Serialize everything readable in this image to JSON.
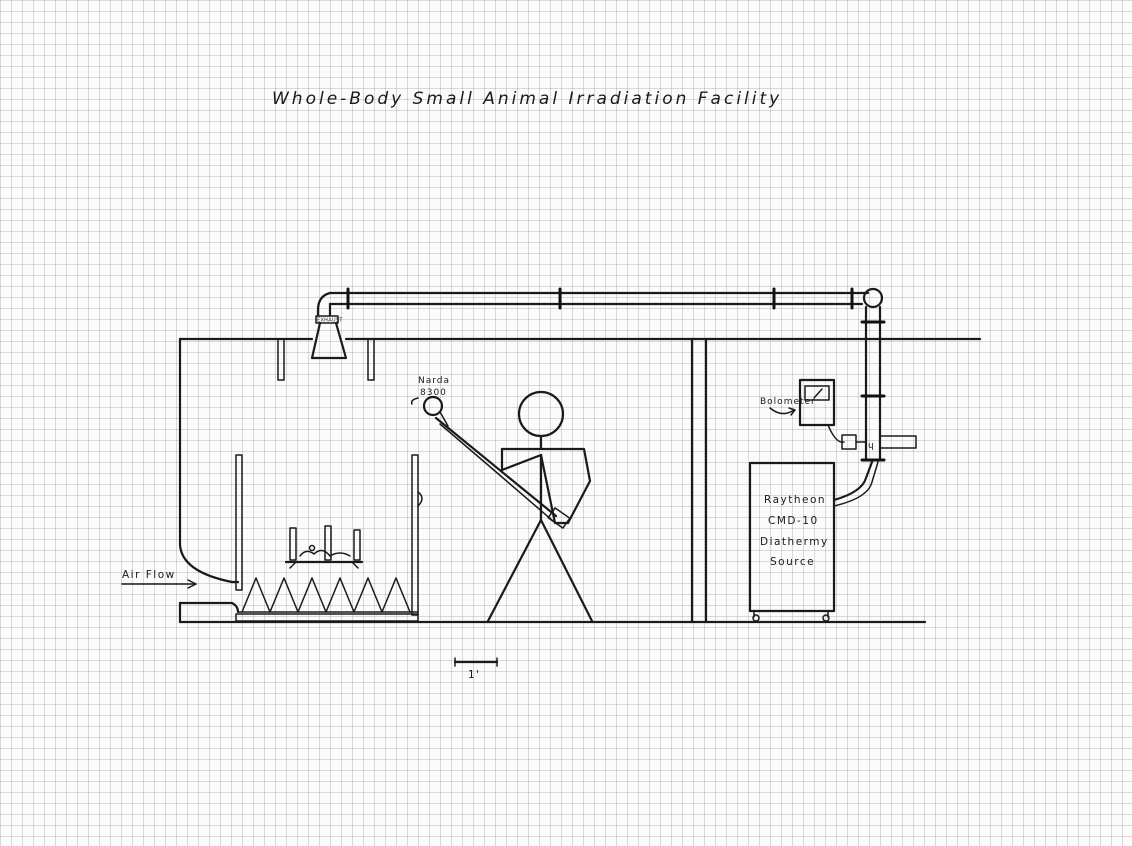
{
  "diagram": {
    "title": "Whole-Body Small Animal Irradiation Facility",
    "labels": {
      "air_flow": "Air Flow",
      "exhaust": "EXHAUST",
      "narda_line1": "Narda",
      "narda_line2": "8300",
      "bolometer": "Bolometer",
      "source_line1": "Raytheon",
      "source_line2": "CMD-10",
      "source_line3": "Diathermy",
      "source_line4": "Source",
      "scale": "1'"
    },
    "colors": {
      "ink": "#1a1a1a",
      "paper": "#fbfbfb",
      "grid": "#c8c8c8"
    }
  }
}
